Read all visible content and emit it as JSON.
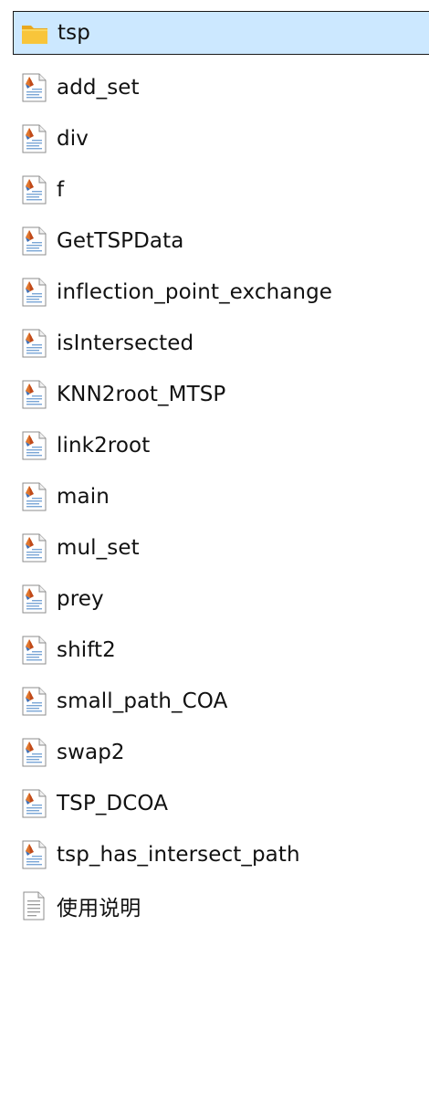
{
  "files": [
    {
      "name": "tsp",
      "type": "folder",
      "icon": "folder-icon",
      "selected": true
    },
    {
      "name": "add_set",
      "type": "matlab-file",
      "icon": "matlab-file-icon"
    },
    {
      "name": "div",
      "type": "matlab-file",
      "icon": "matlab-file-icon"
    },
    {
      "name": "f",
      "type": "matlab-file",
      "icon": "matlab-file-icon"
    },
    {
      "name": "GetTSPData",
      "type": "matlab-file",
      "icon": "matlab-file-icon"
    },
    {
      "name": "inflection_point_exchange",
      "type": "matlab-file",
      "icon": "matlab-file-icon"
    },
    {
      "name": "isIntersected",
      "type": "matlab-file",
      "icon": "matlab-file-icon"
    },
    {
      "name": "KNN2root_MTSP",
      "type": "matlab-file",
      "icon": "matlab-file-icon"
    },
    {
      "name": "link2root",
      "type": "matlab-file",
      "icon": "matlab-file-icon"
    },
    {
      "name": "main",
      "type": "matlab-file",
      "icon": "matlab-file-icon"
    },
    {
      "name": "mul_set",
      "type": "matlab-file",
      "icon": "matlab-file-icon"
    },
    {
      "name": "prey",
      "type": "matlab-file",
      "icon": "matlab-file-icon"
    },
    {
      "name": "shift2",
      "type": "matlab-file",
      "icon": "matlab-file-icon"
    },
    {
      "name": "small_path_COA",
      "type": "matlab-file",
      "icon": "matlab-file-icon"
    },
    {
      "name": "swap2",
      "type": "matlab-file",
      "icon": "matlab-file-icon"
    },
    {
      "name": "TSP_DCOA",
      "type": "matlab-file",
      "icon": "matlab-file-icon"
    },
    {
      "name": "tsp_has_intersect_path",
      "type": "matlab-file",
      "icon": "matlab-file-icon"
    },
    {
      "name": "使用说明",
      "type": "text-file",
      "icon": "text-file-icon"
    }
  ],
  "colors": {
    "selection_bg": "#cce8ff",
    "selection_border": "#1a1a1a",
    "folder": "#f8c53a",
    "matlab_orange": "#e0762d",
    "matlab_blue": "#3d6fb6"
  }
}
